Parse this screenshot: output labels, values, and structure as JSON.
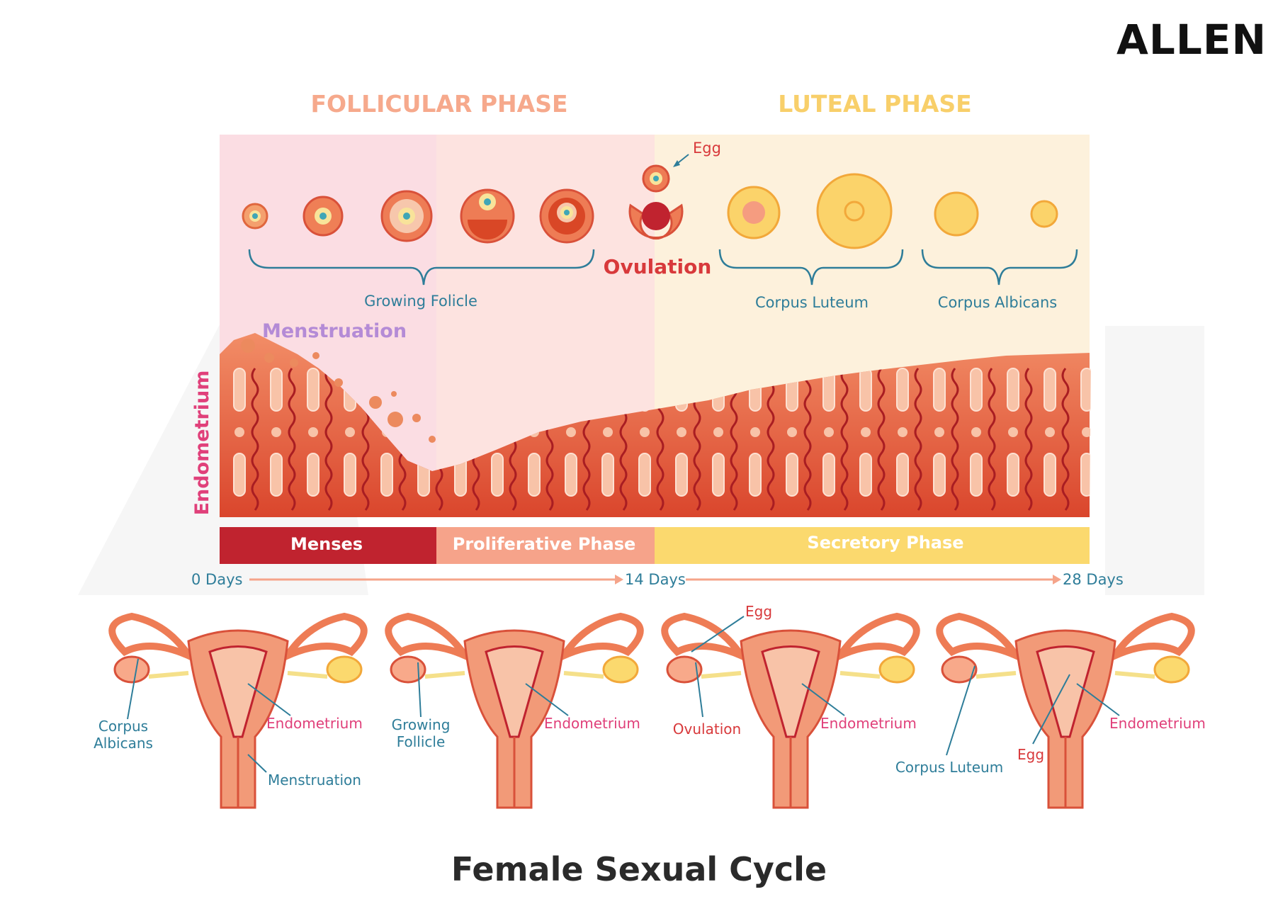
{
  "brand": "ALLEN",
  "title": "Female Sexual Cycle",
  "phases": {
    "follicular": "FOLLICULAR PHASE",
    "luteal": "LUTEAL PHASE"
  },
  "ovary_labels": {
    "egg": "Egg",
    "ovulation": "Ovulation",
    "growing_follicle": "Growing Folicle",
    "corpus_luteum": "Corpus Luteum",
    "corpus_albicans": "Corpus Albicans"
  },
  "endometrium": {
    "side_label": "Endometrium",
    "menstruation": "Menstruation"
  },
  "bands": {
    "menses": "Menses",
    "proliferative": "Proliferative Phase",
    "secretory": "Secretory Phase"
  },
  "timeline": {
    "start": "0 Days",
    "mid": "14 Days",
    "end": "28 Days"
  },
  "uterus_panels": [
    {
      "left_label": "Corpus\nAlbicans",
      "right_label": "Endometrium",
      "extra_label": "Menstruation"
    },
    {
      "left_label": "Growing\nFollicle",
      "right_label": "Endometrium"
    },
    {
      "left_label": "Ovulation",
      "right_label": "Endometrium",
      "top_label": "Egg"
    },
    {
      "left_label": "Corpus Luteum",
      "right_label": "Endometrium",
      "mid_label": "Egg"
    }
  ],
  "colors": {
    "follicular_title": "#f6a98c",
    "luteal_title": "#f8cf6a",
    "teal": "#2e7d99",
    "red_label": "#d8393b",
    "pink_label": "#e0407a",
    "purple": "#b48bd6",
    "menses": "#c0232f",
    "proliferative": "#f6a38a",
    "secretory": "#fbd96e",
    "endometrium_top": "#f08a62",
    "endometrium_bottom": "#d94726"
  }
}
